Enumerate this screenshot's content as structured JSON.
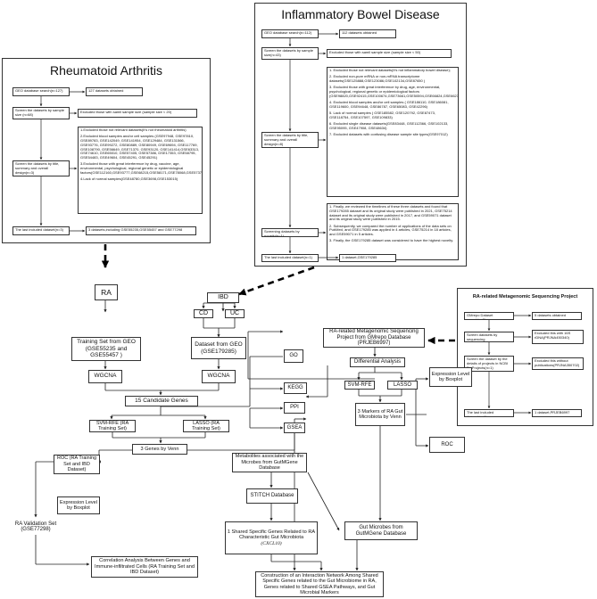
{
  "ibd_panel": {
    "title": "Inflammatory Bowel Disease",
    "search": "GEO database search(n=112)",
    "obtained": "112 datasets obtained",
    "screen_sample": "Screen the datasets by sample size(n=43)",
    "excluded_sample": "Excluded those with samll sample size  (sample size < 50)",
    "screen_title": "Screen the datasets by title, summary and overall design(n=8)",
    "exclusions": [
      "1. Excluded those not relevant datasets(It's not inflammatory bowel disease);",
      "2. Excluded non-pure mRNA or non-mRNA transcriptome datasets(GSE125888,GSE123086,GSE102134,GSE87650 )",
      "3. Excluded those with great interference by drug, age, environmental, psychological, regional genetic or epidemiological factors (GSE98820,GSE92415,GSE100674,GSE73661,GSE50594,GSE66824,GSE66278,GSE57785,GSE126124)",
      "4. Excluded blood samples and/or cell samples ( GSE186110, GSE186081, GSE119600, GSE94648, GSE86787, GSE65083, GSE42296)",
      "5. Lack of normal samples ( GSE185582, GSE120792, GSE87473, GSE118754, GSE107597, GSE109833)",
      "6. Excluded single disease datasets(GSE83448, GSE112366, GSE102133, GSE95095, GSE47908, GSE48634)",
      "7. Excluded datasets with confusing disease sample site types(GSE97012)"
    ],
    "screen_novelty": "Screening datasets by novelty(n=1)",
    "novelty_notes": [
      "1. Finally, we reviewed the timelines of these three datasets and found that GSE179285 dataset and its original study were published in 2021, GSE75214 dataset and its original study were published in 2017, and GSE59071 dataset and its original study were published in 2015.",
      "2. Subsequently, we compared the number of applications of the data sets on PubMed, and GSE179285 was applied in 4 articles, GSE75214 in 18 articles, and GSE59071 in 5 articles.",
      "3. Finally, the GSE179285 dataset was considered to have the highest novelty."
    ],
    "last_included": "The last included dataset(n=1)",
    "final": "1 dataset,GSE179285"
  },
  "ra_panel": {
    "title": "Rheumatoid Arthritis",
    "search": "GEO database search(n=127)",
    "obtained": "127 datasets obtained",
    "screen_sample": "Screen the datasets by sample size (n=68)",
    "excluded_sample": "Excluded those with samll sample size (sample size < 20)",
    "screen_title": "Screen the datasets by title, summary and overall design(n=3)",
    "exclusions": [
      "1.Excluded those not relevant datasets(It's not rheumatoid arthritis)",
      "2.Excluded blood samples and/or cell samples (GSE97948, GSE97810, GSE89783, GSE142049, GSE141954, GSE129484, GSE131566, GSE93776, GSE99272, GSE80889, GSE80949, GSE69694, GSE117769, GSE108790, GSE56649, GSE71370, GSE93120, GSE141414,GSE63313, GSE74610, GSE65010, GSE57405, GSE57386, GSE17353, GSE58795, GSE54483, GSE49604, GSE45291, GSE45291)",
      "3.Excluded those with great interference by drug, vaccine, age, environmental, psychological, regional genetic or epidemiological factors(GSE112160,GSE93777,GSE68215,GSE58171,GSE78068,GSE57376,GSE33458,GSE45867,GSE33377,GSE81476,GSE47152)",
      "4.Lack of normal samples(GSE48780,GSE3698,GSE153015)"
    ],
    "last_included": "The last included dataset(n=3)",
    "final": "3 datasets,including GSE55235,GSE55457 and GSE77298"
  },
  "metagenomic_panel": {
    "title": "RA-related Metagenomic Sequencing Project",
    "search": "GMrepo Dataset search(n=5)",
    "obtained": "5 datasets obtained",
    "screen_tech": "Screen datasets by sequencing technology(n=2)",
    "excluded_tech": "Excluded this with 16S rDNA(PRJNA450340)",
    "screen_details": "Screen the dataset by the details of projects in NCBI BioProjects(n=1)",
    "excluded_details": "Excluded this without publications(PRJNA350702)",
    "last_included": "The last included dataset(n=1)",
    "final": "1 dataset,PRJEB6997"
  },
  "flow": {
    "ra": "RA",
    "ibd": "IBD",
    "cd": "CD",
    "uc": "UC",
    "training_set": "Training Set  from GEO (GSE55235 and GSE55457 )",
    "ibd_dataset": "Dataset from GEO (GSE179285)",
    "wgcna_left": "WGCNA",
    "wgcna_right": "WGCNA",
    "candidate_genes": "15 Candidate Genes",
    "go": "GO",
    "kegg": "KEGG",
    "ppi": "PPI",
    "gsea": "GSEA",
    "svm_rfe": "SVM-RFE (RA Training Set)",
    "lasso": "LASSO (RA Training Set)",
    "three_genes": "3 Genes by Venn",
    "roc_left": "ROC (RA Training Set and IBD Dataset)",
    "expr_left": "Expression Level by Boxplot",
    "validation": "RA Validation Set (GSE77298)",
    "correlation": "Correlation Analysis Between Genes and Immune-infiltrated Cells (RA Training Set and IBD Dataset)",
    "metabolites": "Metabolites associated with the Microbes from GutMGene Database",
    "stitch": "STITCH Database",
    "shared_gene": "1 Shared Specific Genes Related to RA Characteristic Gut Microbiota",
    "shared_gene_name": "(CXCL10)",
    "gut_microbes": "Gut Microbes from GutMGene Database",
    "network": "Construction of an Interaction Network Among Shared Specific Genes related to the Gut Microbiome in RA, Genes related to Shared GSEA Pathways, and Gut Microbial Markers",
    "metagenomic_project": "RA-related Metagenomic Sequencing Project from GMrepo Database (PRJEB6997)",
    "diff_analysis": "Differential Analysis",
    "svm_rfe_right": "SVM-RFE",
    "lasso_right": "LASSO",
    "three_markers": "3 Markers of RA Gut Microbiota by Venn",
    "expr_right": "Expression Level by Boxplot",
    "roc_right": "ROC"
  }
}
